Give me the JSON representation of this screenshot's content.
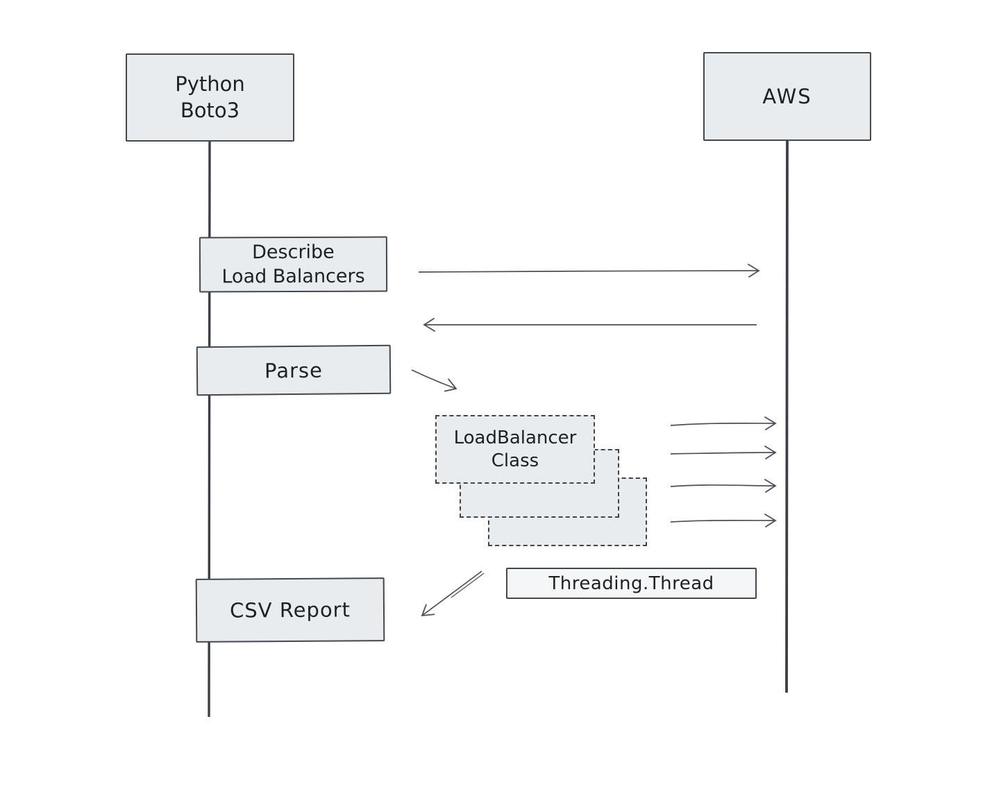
{
  "diagram": {
    "type": "sequence-diagram",
    "style": "hand-drawn",
    "actors": {
      "python": {
        "label": "Python\nBoto3"
      },
      "aws": {
        "label": "AWS"
      }
    },
    "steps": {
      "describe": {
        "label": "Describe\nLoad Balancers"
      },
      "parse": {
        "label": "Parse"
      },
      "lb_class": {
        "label": "LoadBalancer\nClass"
      },
      "threading": {
        "label": "Threading.Thread"
      },
      "csv": {
        "label": "CSV Report"
      }
    },
    "connections": [
      {
        "from": "Python Boto3",
        "to": "AWS",
        "label": "Describe Load Balancers",
        "direction": "right"
      },
      {
        "from": "AWS",
        "to": "Python Boto3",
        "label": "",
        "direction": "left"
      },
      {
        "from": "Parse",
        "to": "LoadBalancer Class",
        "label": "",
        "direction": "down-right"
      },
      {
        "from": "LoadBalancer Class",
        "to": "AWS",
        "label": "",
        "direction": "right",
        "count": 4
      },
      {
        "from": "Threading.Thread",
        "to": "CSV Report",
        "label": "",
        "direction": "down-left"
      }
    ],
    "colors": {
      "background": "#ffffff",
      "box_fill": "#e9ecef",
      "threading_fill": "#f5f6f8",
      "box_border": "#43484d",
      "dashed_border": "#3e444b",
      "line": "#4a5058",
      "lifeline": "#3a3f46",
      "text": "#1d2125"
    }
  }
}
